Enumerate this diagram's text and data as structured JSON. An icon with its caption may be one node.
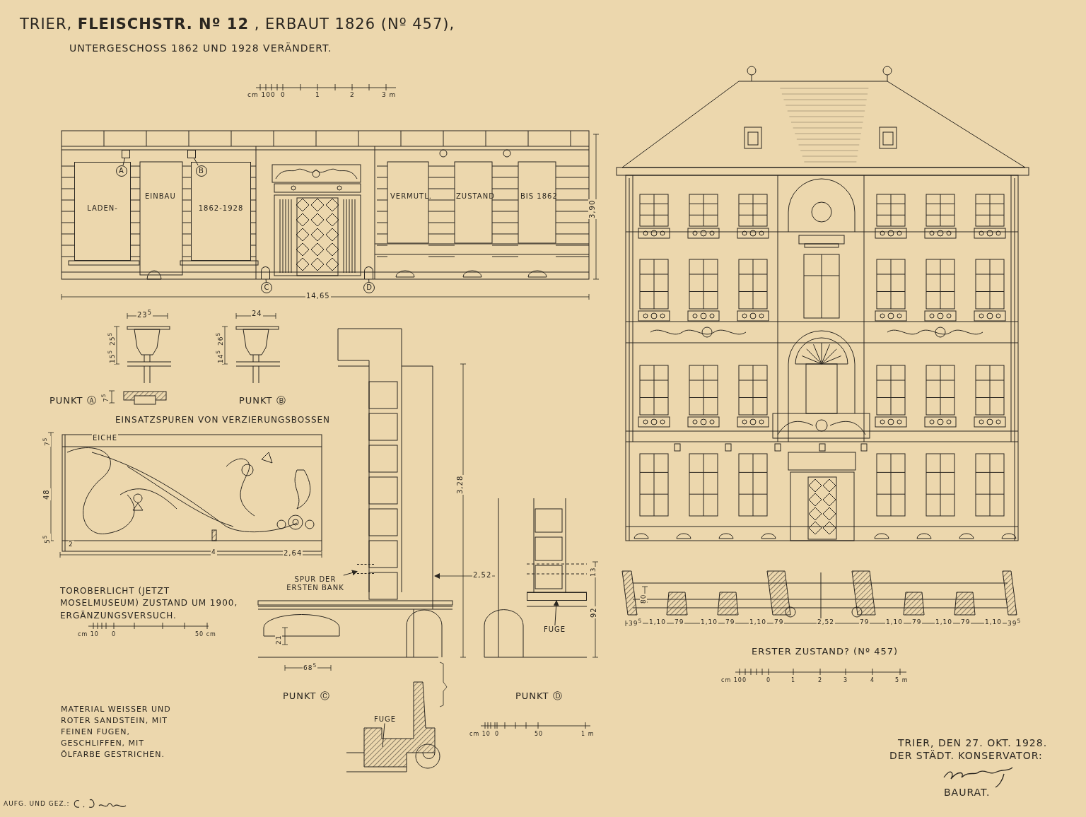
{
  "diagram": {
    "title": "TRIER, **FLEISCHSTR. Nº 12** , ERBAUT 1826 (Nº 457),",
    "nodes": [
      {
        "text": [
          "A"
        ],
        "in": 7
      },
      {
        "text": [
          "B"
        ],
        "in": 8
      },
      {
        "text": [
          "C"
        ]
      },
      {
        "text": [
          "D"
        ]
      },
      {
        "text": [
          "SPUR DER ERSTEN BANK"
        ]
      },
      {
        "text": [
          "FUGE"
        ]
      },
      {
        "text": [
          "FUGE"
        ]
      },
      {
        "text": [
          "LADEN-"
        ]
      },
      {
        "text": [
          "1862-1928"
        ]
      },
      {
        "text": [],
        "shape": "box"
      },
      {
        "text": [],
        "shape": "box"
      },
      {
        "text": [],
        "shape": "box"
      },
      {
        "text": [],
        "shape": "box"
      },
      {
        "text": [],
        "shape": "box"
      },
      {
        "text": [],
        "shape": "box"
      }
    ],
    "edges": [
      {
        "from": 0,
        "to": 9,
        "arrow": "none"
      },
      {
        "from": 1,
        "to": 10,
        "arrow": "none"
      },
      {
        "from": 2,
        "to": 11,
        "arrow": "none"
      },
      {
        "from": 3,
        "to": 12,
        "arrow": "none"
      },
      {
        "from": 4,
        "to": 13,
        "arrow": "to"
      },
      {
        "from": 5,
        "to": 14,
        "arrow": "to"
      },
      {
        "from": 6,
        "to": null,
        "arrow": "none"
      }
    ],
    "labels": [
      "UNTERGESCHOSS 1862 UND 1928 VERÄNDERT.",
      "cm 100",
      "0",
      "1",
      "2",
      "3 m",
      "EINBAU",
      "VERMUTL.",
      "ZUSTAND",
      "BIS 1862",
      "3,90",
      "14,65",
      "23$^{5}$",
      "25$^{5}$",
      "15$^{5}$",
      "24",
      "26$^{5}$",
      "14$^{5}$",
      "PUNKT Ⓐ",
      "7$^{5}$",
      "PUNKT Ⓑ",
      "EINSATZSPUREN VON VERZIERUNGSBOSSEN",
      "7$^{5}$",
      "EICHE",
      "48",
      "5$^{5}$",
      "2",
      "4",
      "2,64",
      "TOROBERLICHT (JETZT MOSELMUSEUM) ZUSTAND UM 1900, ERGÄNZUNGSVERSUCH.",
      "3,28",
      "2,52",
      "13",
      "92",
      "21",
      "68$^{5}$",
      "cm 10",
      "0",
      "50 cm",
      "PUNKT Ⓒ",
      "PUNKT Ⓓ",
      "cm 10",
      "0",
      "50",
      "1 m",
      "MATERIAL WEISSER UND ROTER SANDSTEIN, MIT FEINEN FUGEN, GESCHLIFFEN, MIT ÖLFARBE GESTRICHEN.",
      "80",
      "39$^{5}$",
      "1,10",
      "79",
      "1,10",
      "79",
      "1,10",
      "79",
      "2,52",
      "79",
      "1,10",
      "79",
      "1,10",
      "79",
      "1,10",
      "39$^{5}$",
      "ERSTER ZUSTAND? (Nº 457)",
      "cm 100",
      "0",
      "1",
      "2",
      "3",
      "4",
      "5 m",
      "TRIER, DEN 27. OKT. 1928.",
      "DER STÄDT. KONSERVATOR:",
      "BAURAT.",
      "AUFG. UND GEZ.:"
    ]
  }
}
